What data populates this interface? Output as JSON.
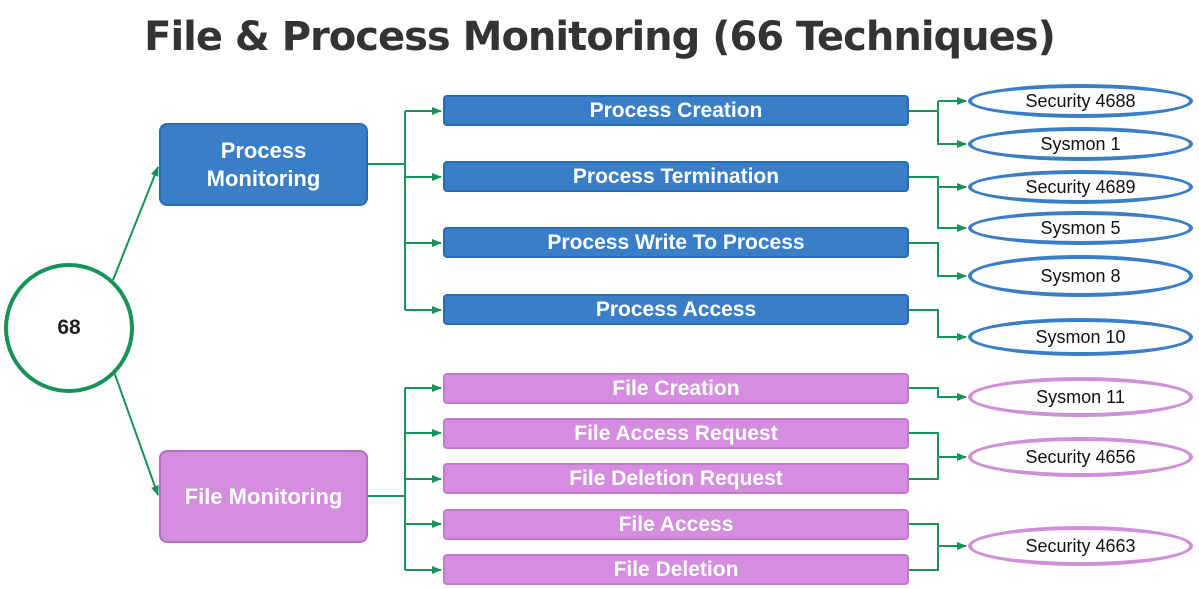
{
  "title": "File & Process Monitoring (66 Techniques)",
  "root": {
    "label": "68"
  },
  "categories": {
    "process": {
      "label": "Process Monitoring"
    },
    "file": {
      "label": "File Monitoring"
    }
  },
  "techniques": {
    "process_creation": "Process Creation",
    "process_termination": "Process Termination",
    "process_write_to_process": "Process Write To Process",
    "process_access": "Process Access",
    "file_creation": "File Creation",
    "file_access_request": "File Access Request",
    "file_deletion_request": "File Deletion Request",
    "file_access": "File Access",
    "file_deletion": "File Deletion"
  },
  "events": {
    "security_4688": "Security 4688",
    "sysmon_1": "Sysmon 1",
    "security_4689": "Security 4689",
    "sysmon_5": "Sysmon 5",
    "sysmon_8": "Sysmon 8",
    "sysmon_10": "Sysmon 10",
    "sysmon_11": "Sysmon 11",
    "security_4656": "Security 4656",
    "security_4663": "Security 4663"
  },
  "colors": {
    "connector": "#17935a",
    "process_fill": "#3a7ec8",
    "file_fill": "#d58ddf",
    "title": "#333333"
  }
}
